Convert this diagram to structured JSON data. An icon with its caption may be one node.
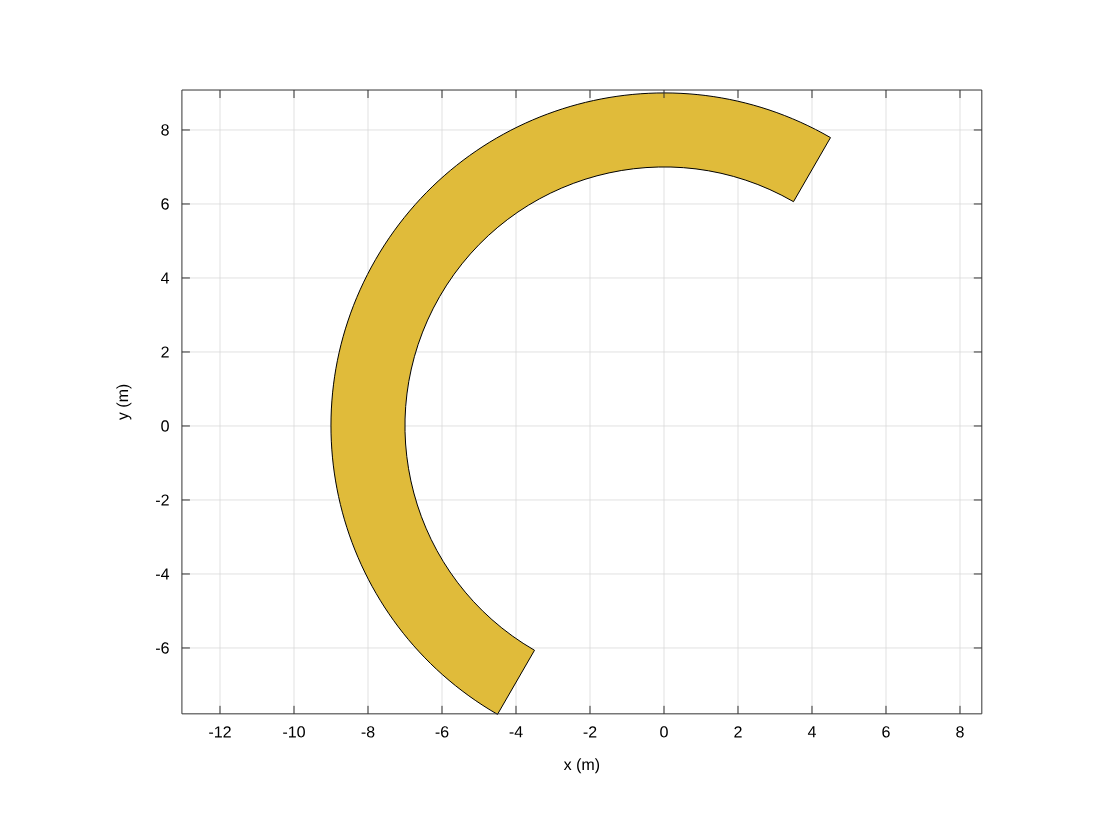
{
  "diagram": {
    "nodes": [
      {
        "text": [],
        "shape": "arc"
      }
    ],
    "edges": [],
    "labels": [
      "8",
      "6",
      "4",
      "2",
      "0",
      "-2",
      "-4",
      "-6",
      "y (m)",
      "-12",
      "-10",
      "-8",
      "-6",
      "-4",
      "-2",
      "0",
      "2",
      "4",
      "6",
      "8",
      "x (m)"
    ]
  }
}
